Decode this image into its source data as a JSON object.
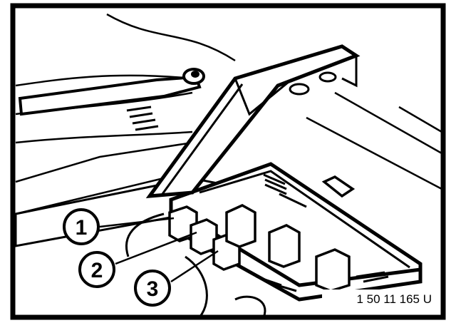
{
  "figure": {
    "reference_code": "1 50 11 165 U",
    "callouts": [
      "1",
      "2",
      "3"
    ],
    "colors": {
      "ink": "#000000",
      "paper": "#ffffff"
    }
  }
}
